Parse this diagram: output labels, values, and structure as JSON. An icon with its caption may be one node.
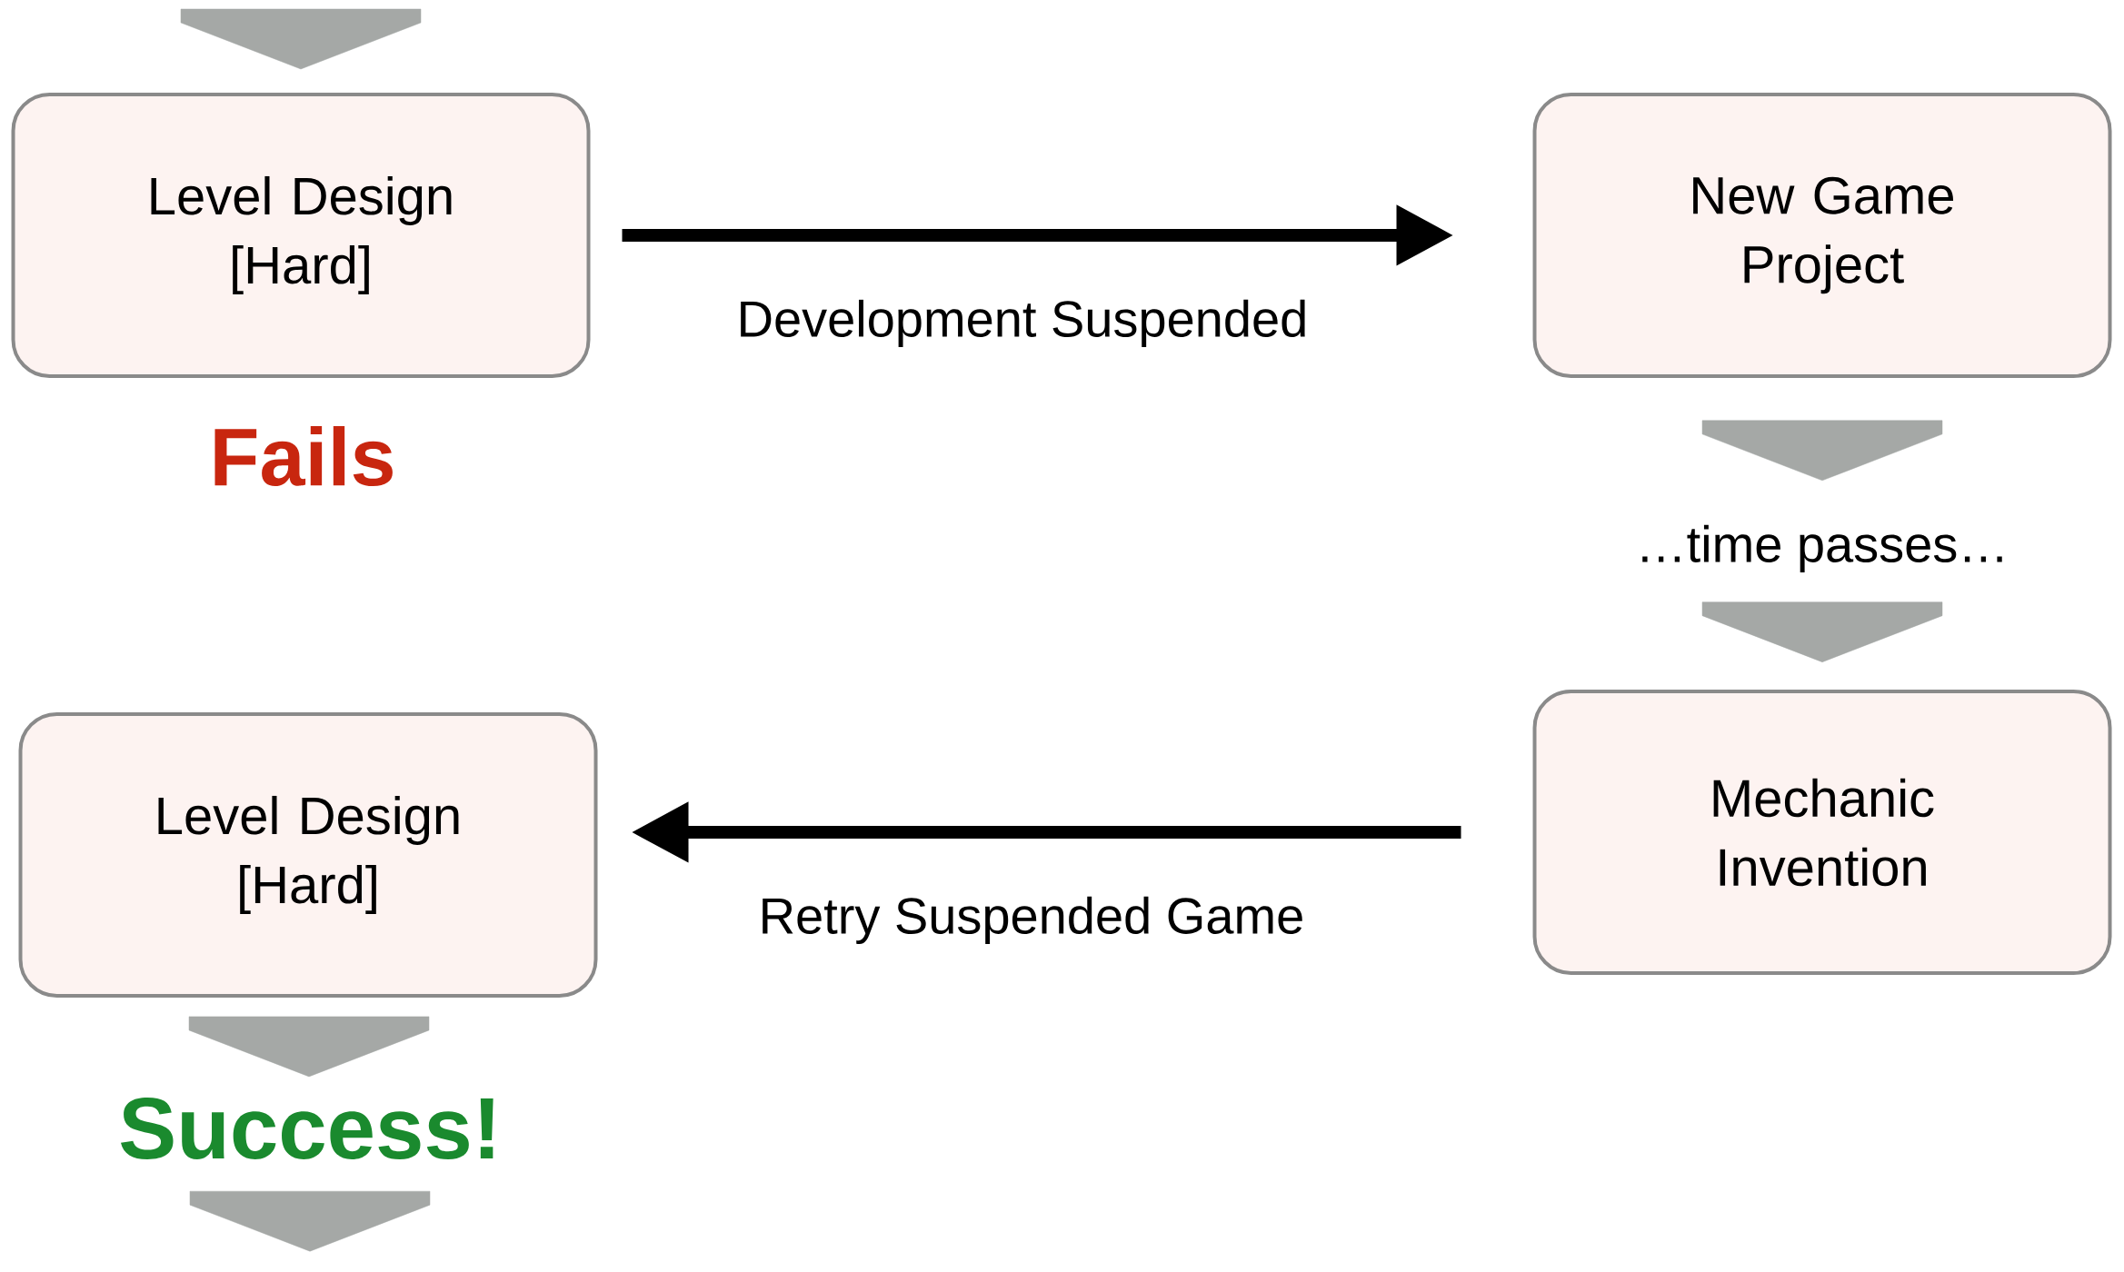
{
  "diagram": {
    "nodes": [
      {
        "text": [
          "Level Design [Hard]"
        ],
        "beside": [
          "Fails"
        ]
      },
      {
        "text": [
          "New Game Project"
        ]
      },
      {
        "text": [
          "…time passes…"
        ]
      },
      {
        "text": [
          "Mechanic Invention"
        ]
      },
      {
        "text": [
          "Level Design [Hard]"
        ]
      },
      {
        "text": [
          "Success!"
        ]
      }
    ],
    "edges": [
      {
        "from": null,
        "to": 0,
        "arrow": "to"
      },
      {
        "from": 0,
        "to": 1,
        "arrow": "to",
        "label": "Development Suspended",
        "color": "#000000"
      },
      {
        "from": 1,
        "to": 2,
        "arrow": "to"
      },
      {
        "from": 2,
        "to": 3,
        "arrow": "to"
      },
      {
        "from": 3,
        "to": 4,
        "arrow": "to",
        "label": "Retry Suspended Game",
        "color": "#000000"
      },
      {
        "from": 4,
        "to": 5,
        "arrow": "to"
      },
      {
        "from": 5,
        "to": null,
        "arrow": "to"
      }
    ]
  }
}
